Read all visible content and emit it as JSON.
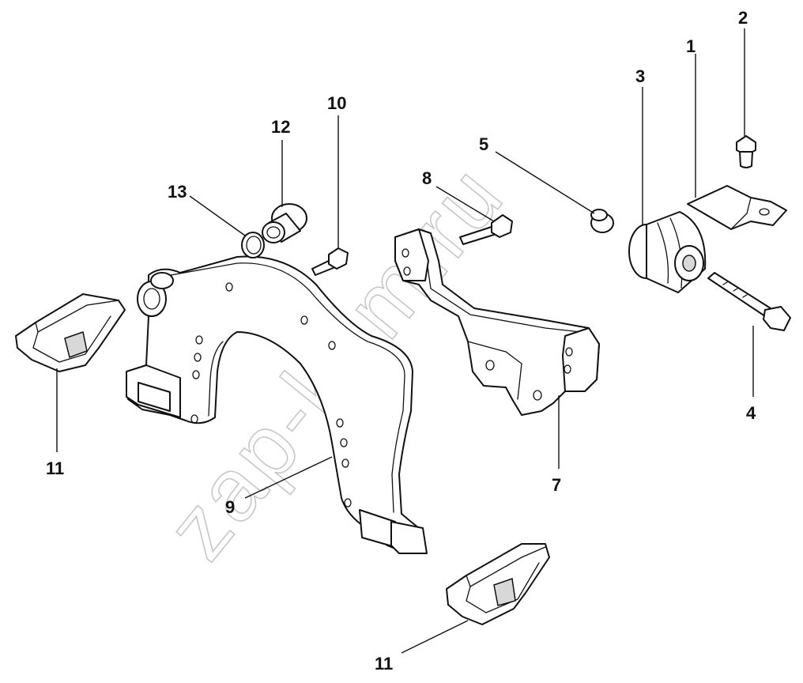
{
  "watermark": "zap-kam.ru",
  "callouts": {
    "c1": "1",
    "c2": "2",
    "c3": "3",
    "c4": "4",
    "c5": "5",
    "c7": "7",
    "c8": "8",
    "c9": "9",
    "c10": "10",
    "c11a": "11",
    "c11b": "11",
    "c12": "12",
    "c13": "13"
  }
}
